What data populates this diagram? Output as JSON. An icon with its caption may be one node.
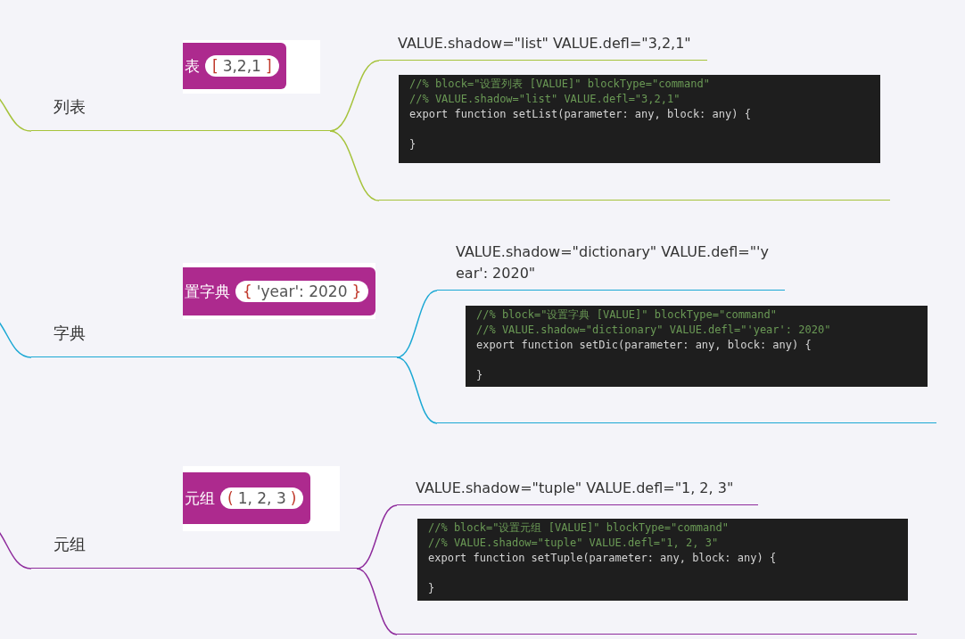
{
  "diagram": {
    "nodes": [
      {
        "text": [
          "列表"
        ]
      },
      {
        "text": [
          "表",
          "[",
          "3,2,1",
          "]"
        ]
      },
      {
        "text": [
          "VALUE.shadow=\"list\" VALUE.defl=\"3,2,1\""
        ]
      },
      {
        "text": [
          "//% block=\"设置列表 [VALUE]\" blockType=\"command\"",
          "//% VALUE.shadow=\"list\" VALUE.defl=\"3,2,1\"",
          "export function setList(parameter: any, block: any) {",
          "}"
        ]
      },
      {
        "text": [
          "字典"
        ]
      },
      {
        "text": [
          "置字典",
          "{",
          "'year': 2020",
          "}"
        ]
      },
      {
        "text": [
          "VALUE.shadow=\"dictionary\" VALUE.defl=\"'year': 2020\""
        ]
      },
      {
        "text": [
          "//% block=\"设置字典 [VALUE]\" blockType=\"command\"",
          "//% VALUE.shadow=\"dictionary\" VALUE.defl=\"'year': 2020\"",
          "export function setDic(parameter: any, block: any) {",
          "}"
        ]
      },
      {
        "text": [
          "元组"
        ]
      },
      {
        "text": [
          "元组",
          "(",
          "1, 2, 3",
          ")"
        ]
      },
      {
        "text": [
          "VALUE.shadow=\"tuple\" VALUE.defl=\"1, 2, 3\""
        ]
      },
      {
        "text": [
          "//% block=\"设置元组 [VALUE]\" blockType=\"command\"",
          "//% VALUE.shadow=\"tuple\" VALUE.defl=\"1, 2, 3\"",
          "export function setTuple(parameter: any, block: any) {",
          "}"
        ]
      }
    ],
    "edges": [
      {
        "from": null,
        "to": 0,
        "arrow": "none",
        "color": "#a6c33c"
      },
      {
        "from": 0,
        "to": 2,
        "arrow": "none",
        "color": "#a6c33c"
      },
      {
        "from": 0,
        "to": 3,
        "arrow": "none",
        "color": "#a6c33c"
      },
      {
        "from": null,
        "to": 4,
        "arrow": "none",
        "color": "#1ba8d4"
      },
      {
        "from": 4,
        "to": 6,
        "arrow": "none",
        "color": "#1ba8d4"
      },
      {
        "from": 4,
        "to": 7,
        "arrow": "none",
        "color": "#1ba8d4"
      },
      {
        "from": null,
        "to": 8,
        "arrow": "none",
        "color": "#8e2b9c"
      },
      {
        "from": 8,
        "to": 10,
        "arrow": "none",
        "color": "#8e2b9c"
      },
      {
        "from": 8,
        "to": 11,
        "arrow": "none",
        "color": "#8e2b9c"
      }
    ]
  }
}
